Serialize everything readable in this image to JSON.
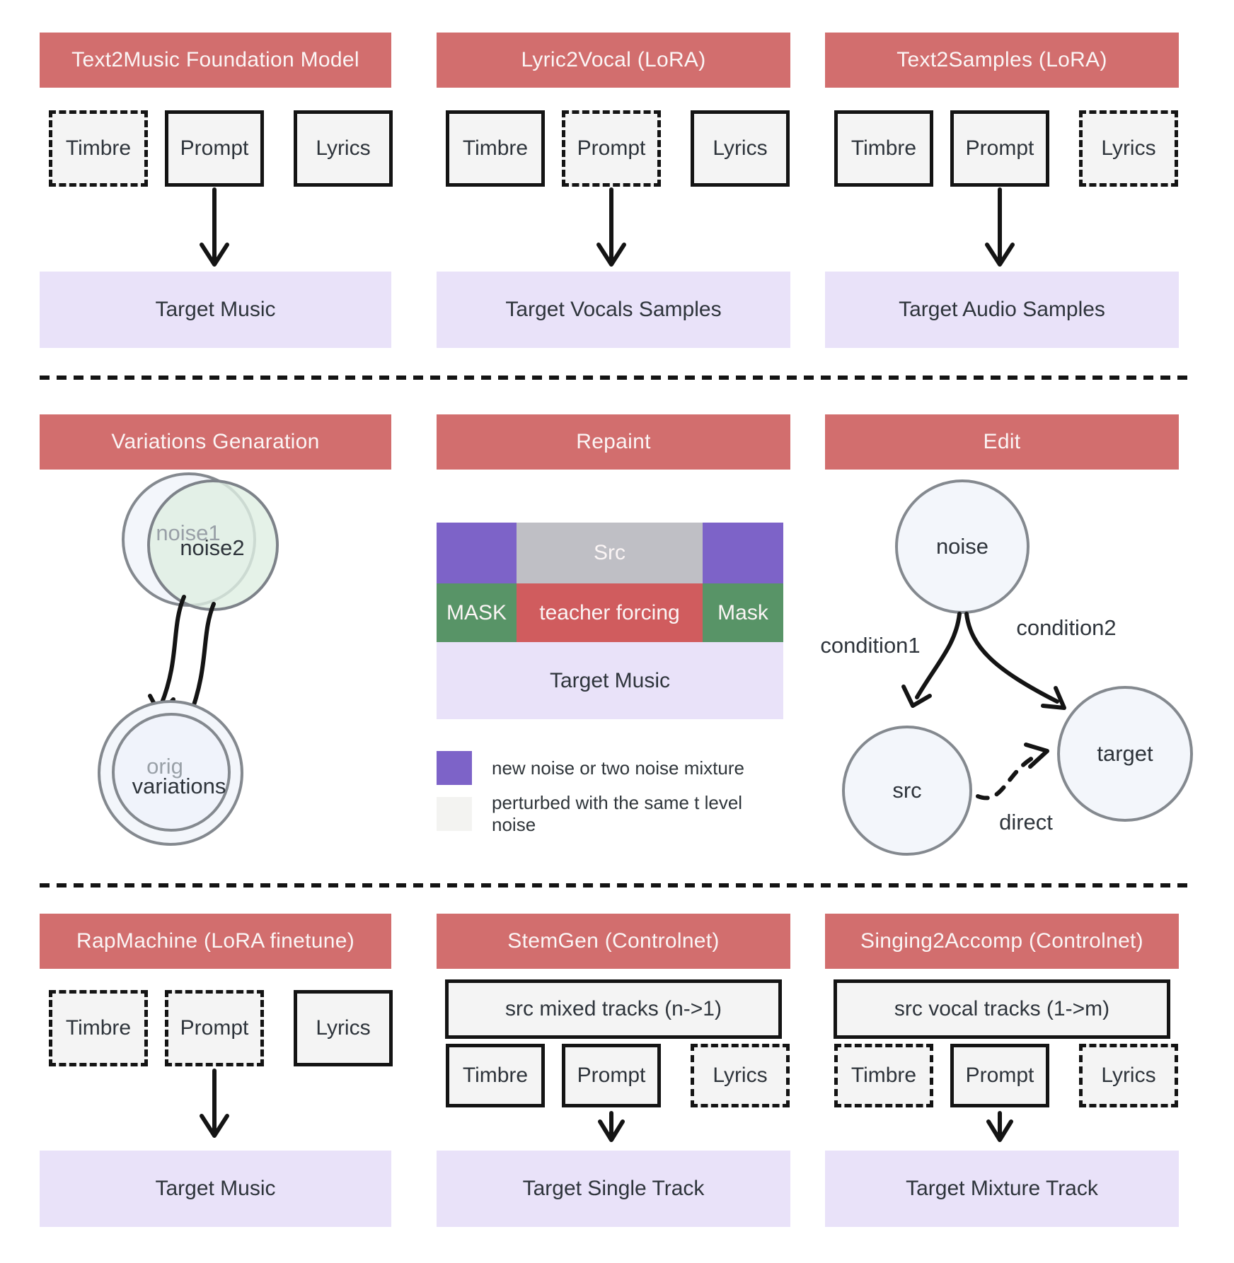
{
  "colors": {
    "header_red": "#d26e6e",
    "teacher_red": "#d05c5e",
    "purple": "#7d63c8",
    "green": "#589467",
    "src_gray": "#bfbfc5",
    "lavender": "#e9e2f9",
    "box_fill": "#f4f4f4",
    "legend_light": "#f3f3f1"
  },
  "row1": [
    {
      "title": "Text2Music Foundation Model",
      "boxes": [
        {
          "label": "Timbre",
          "style": "dashed"
        },
        {
          "label": "Prompt",
          "style": "solid"
        },
        {
          "label": "Lyrics",
          "style": "solid"
        }
      ],
      "target": "Target Music"
    },
    {
      "title": "Lyric2Vocal (LoRA)",
      "boxes": [
        {
          "label": "Timbre",
          "style": "solid"
        },
        {
          "label": "Prompt",
          "style": "dashed"
        },
        {
          "label": "Lyrics",
          "style": "solid"
        }
      ],
      "target": "Target Vocals Samples"
    },
    {
      "title": "Text2Samples (LoRA)",
      "boxes": [
        {
          "label": "Timbre",
          "style": "solid"
        },
        {
          "label": "Prompt",
          "style": "solid"
        },
        {
          "label": "Lyrics",
          "style": "dashed"
        }
      ],
      "target": "Target Audio Samples"
    }
  ],
  "row2": {
    "variations": {
      "title": "Variations Genaration",
      "noise1": "noise1",
      "noise2": "noise2",
      "orig": "orig",
      "variations": "variations"
    },
    "repaint": {
      "title": "Repaint",
      "src": "Src",
      "mask_left": "MASK",
      "teacher": "teacher forcing",
      "mask_right": "Mask",
      "target": "Target Music",
      "legend": [
        {
          "label": "new noise or two noise mixture",
          "swatch_color": "#7d63c8"
        },
        {
          "label": "perturbed with the same t level noise",
          "swatch_color": "#f3f3f1"
        }
      ]
    },
    "edit": {
      "title": "Edit",
      "noise": "noise",
      "src": "src",
      "target": "target",
      "condition1": "condition1",
      "condition2": "condition2",
      "direct": "direct"
    }
  },
  "row3": [
    {
      "title": "RapMachine (LoRA finetune)",
      "boxes": [
        {
          "label": "Timbre",
          "style": "dashed"
        },
        {
          "label": "Prompt",
          "style": "dashed"
        },
        {
          "label": "Lyrics",
          "style": "solid"
        }
      ],
      "target": "Target Music"
    },
    {
      "title": "StemGen (Controlnet)",
      "src_box": "src mixed tracks (n->1)",
      "boxes": [
        {
          "label": "Timbre",
          "style": "solid"
        },
        {
          "label": "Prompt",
          "style": "solid"
        },
        {
          "label": "Lyrics",
          "style": "dashed"
        }
      ],
      "target": "Target Single Track"
    },
    {
      "title": "Singing2Accomp (Controlnet)",
      "src_box": "src vocal tracks (1->m)",
      "boxes": [
        {
          "label": "Timbre",
          "style": "dashed"
        },
        {
          "label": "Prompt",
          "style": "solid"
        },
        {
          "label": "Lyrics",
          "style": "dashed"
        }
      ],
      "target": "Target Mixture Track"
    }
  ]
}
